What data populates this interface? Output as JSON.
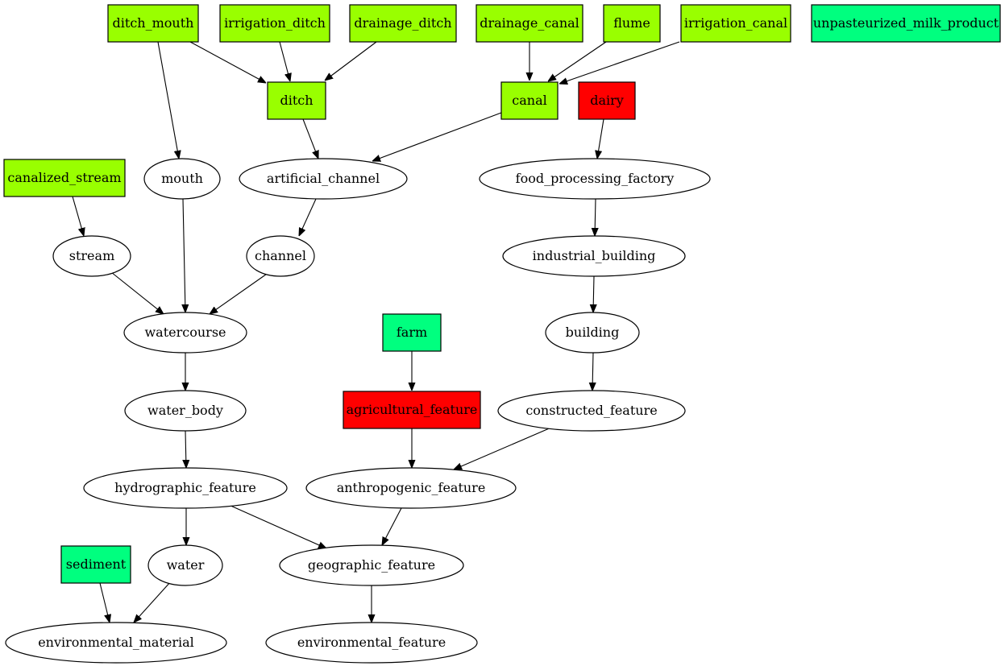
{
  "colors": {
    "green": "#99ff00",
    "teal": "#00ff7f",
    "red": "#ff0000",
    "white": "#ffffff",
    "stroke": "#000000"
  },
  "nodes": [
    {
      "id": "ditch_mouth",
      "label": "ditch_mouth",
      "shape": "box",
      "fill": "green"
    },
    {
      "id": "irrigation_ditch",
      "label": "irrigation_ditch",
      "shape": "box",
      "fill": "green"
    },
    {
      "id": "drainage_ditch",
      "label": "drainage_ditch",
      "shape": "box",
      "fill": "green"
    },
    {
      "id": "drainage_canal",
      "label": "drainage_canal",
      "shape": "box",
      "fill": "green"
    },
    {
      "id": "flume",
      "label": "flume",
      "shape": "box",
      "fill": "green"
    },
    {
      "id": "irrigation_canal",
      "label": "irrigation_canal",
      "shape": "box",
      "fill": "green"
    },
    {
      "id": "unpasteurized_milk_product",
      "label": "unpasteurized_milk_product",
      "shape": "box",
      "fill": "teal"
    },
    {
      "id": "ditch",
      "label": "ditch",
      "shape": "box",
      "fill": "green"
    },
    {
      "id": "canal",
      "label": "canal",
      "shape": "box",
      "fill": "green"
    },
    {
      "id": "dairy",
      "label": "dairy",
      "shape": "box",
      "fill": "red"
    },
    {
      "id": "canalized_stream",
      "label": "canalized_stream",
      "shape": "box",
      "fill": "green"
    },
    {
      "id": "mouth",
      "label": "mouth",
      "shape": "ellipse",
      "fill": "white"
    },
    {
      "id": "artificial_channel",
      "label": "artificial_channel",
      "shape": "ellipse",
      "fill": "white"
    },
    {
      "id": "food_processing_factory",
      "label": "food_processing_factory",
      "shape": "ellipse",
      "fill": "white"
    },
    {
      "id": "stream",
      "label": "stream",
      "shape": "ellipse",
      "fill": "white"
    },
    {
      "id": "channel",
      "label": "channel",
      "shape": "ellipse",
      "fill": "white"
    },
    {
      "id": "industrial_building",
      "label": "industrial_building",
      "shape": "ellipse",
      "fill": "white"
    },
    {
      "id": "watercourse",
      "label": "watercourse",
      "shape": "ellipse",
      "fill": "white"
    },
    {
      "id": "farm",
      "label": "farm",
      "shape": "box",
      "fill": "teal"
    },
    {
      "id": "building",
      "label": "building",
      "shape": "ellipse",
      "fill": "white"
    },
    {
      "id": "water_body",
      "label": "water_body",
      "shape": "ellipse",
      "fill": "white"
    },
    {
      "id": "agricultural_feature",
      "label": "agricultural_feature",
      "shape": "box",
      "fill": "red"
    },
    {
      "id": "constructed_feature",
      "label": "constructed_feature",
      "shape": "ellipse",
      "fill": "white"
    },
    {
      "id": "hydrographic_feature",
      "label": "hydrographic_feature",
      "shape": "ellipse",
      "fill": "white"
    },
    {
      "id": "anthropogenic_feature",
      "label": "anthropogenic_feature",
      "shape": "ellipse",
      "fill": "white"
    },
    {
      "id": "sediment",
      "label": "sediment",
      "shape": "box",
      "fill": "teal"
    },
    {
      "id": "water",
      "label": "water",
      "shape": "ellipse",
      "fill": "white"
    },
    {
      "id": "geographic_feature",
      "label": "geographic_feature",
      "shape": "ellipse",
      "fill": "white"
    },
    {
      "id": "environmental_material",
      "label": "environmental_material",
      "shape": "ellipse",
      "fill": "white"
    },
    {
      "id": "environmental_feature",
      "label": "environmental_feature",
      "shape": "ellipse",
      "fill": "white"
    }
  ],
  "edges": [
    {
      "from": "ditch_mouth",
      "to": "ditch"
    },
    {
      "from": "ditch_mouth",
      "to": "mouth"
    },
    {
      "from": "irrigation_ditch",
      "to": "ditch"
    },
    {
      "from": "drainage_ditch",
      "to": "ditch"
    },
    {
      "from": "drainage_canal",
      "to": "canal"
    },
    {
      "from": "flume",
      "to": "canal"
    },
    {
      "from": "irrigation_canal",
      "to": "canal"
    },
    {
      "from": "ditch",
      "to": "artificial_channel"
    },
    {
      "from": "canal",
      "to": "artificial_channel"
    },
    {
      "from": "dairy",
      "to": "food_processing_factory"
    },
    {
      "from": "canalized_stream",
      "to": "stream"
    },
    {
      "from": "mouth",
      "to": "watercourse"
    },
    {
      "from": "artificial_channel",
      "to": "channel"
    },
    {
      "from": "food_processing_factory",
      "to": "industrial_building"
    },
    {
      "from": "stream",
      "to": "watercourse"
    },
    {
      "from": "channel",
      "to": "watercourse"
    },
    {
      "from": "industrial_building",
      "to": "building"
    },
    {
      "from": "watercourse",
      "to": "water_body"
    },
    {
      "from": "farm",
      "to": "agricultural_feature"
    },
    {
      "from": "building",
      "to": "constructed_feature"
    },
    {
      "from": "water_body",
      "to": "hydrographic_feature"
    },
    {
      "from": "agricultural_feature",
      "to": "anthropogenic_feature"
    },
    {
      "from": "constructed_feature",
      "to": "anthropogenic_feature"
    },
    {
      "from": "hydrographic_feature",
      "to": "water"
    },
    {
      "from": "hydrographic_feature",
      "to": "geographic_feature"
    },
    {
      "from": "anthropogenic_feature",
      "to": "geographic_feature"
    },
    {
      "from": "sediment",
      "to": "environmental_material"
    },
    {
      "from": "water",
      "to": "environmental_material"
    },
    {
      "from": "geographic_feature",
      "to": "environmental_feature"
    }
  ]
}
